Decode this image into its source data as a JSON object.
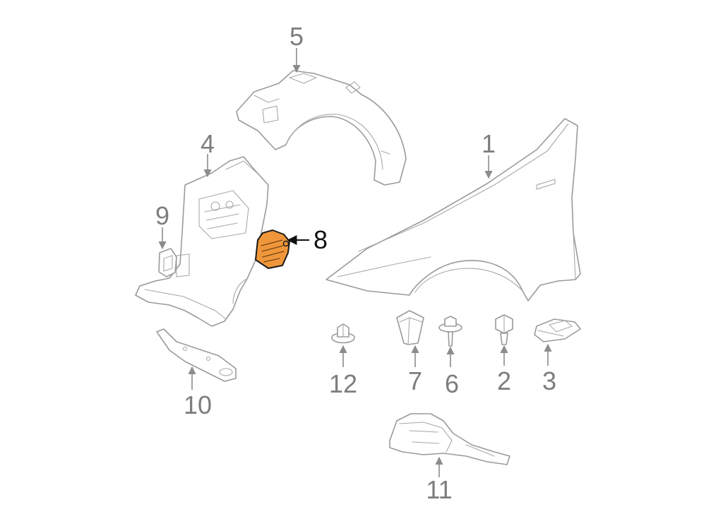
{
  "highlight_color": "#f0963a",
  "callouts": {
    "c1": "1",
    "c2": "2",
    "c3": "3",
    "c4": "4",
    "c5": "5",
    "c6": "6",
    "c7": "7",
    "c8": "8",
    "c9": "9",
    "c10": "10",
    "c11": "11",
    "c12": "12"
  }
}
